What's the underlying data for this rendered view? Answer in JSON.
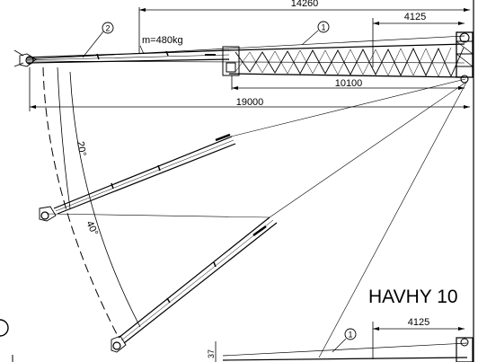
{
  "drawing": {
    "model": "HAVHY 10",
    "dimensions": {
      "top_overall": "14260",
      "top_tip": "4125",
      "middle": "10100",
      "bottom": "19000",
      "lower_tip": "4125",
      "edge_value": "37"
    },
    "mass_label": "m=480kg",
    "callouts": {
      "one": "1",
      "two": "2"
    },
    "angles": {
      "first": "20°",
      "second": "40°"
    }
  }
}
